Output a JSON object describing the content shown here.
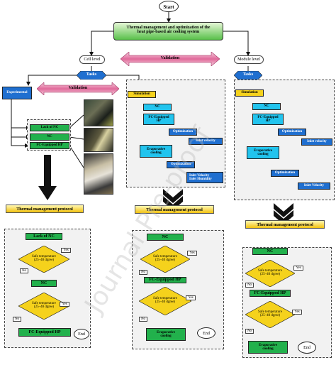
{
  "start": "Start",
  "main_title": [
    "Thermal management and optimization of the",
    "heat pipe-based air cooling system"
  ],
  "cell_level": "Cell level",
  "module_level": "Module level",
  "validation": "Validation",
  "tasks": "Tasks",
  "experimental": "Experimental",
  "simulation": "Simulation",
  "lack_of_nc": "Lack of NC",
  "nc": "NC",
  "fc_equipped_hp": "FC-Equipped HP",
  "fc_equipped_hp_2line": [
    "FC-Equipped",
    "HP"
  ],
  "fc_equippod_hp": "FC-Equippod HP",
  "optimization": "Optimization",
  "evaporative_cooling": [
    "Evaporative",
    "cooling"
  ],
  "inlet_velocity": "Inlet velocity",
  "inlet_velocity_b": "Inlet Velocity",
  "inlet_velocity_list": [
    "Inlet Velocity",
    "Inlet Humidity"
  ],
  "protocol": "Thermal management protocol",
  "safe_temp": [
    "Safe temperature",
    "(25–40 dgree)"
  ],
  "yes": "Yes",
  "no": "No",
  "end": "End",
  "watermark": "Journal Pre-proof",
  "colors": {
    "green": "#22b14c",
    "blue": "#1f6fd0",
    "cyan": "#22c4ee",
    "yellow": "#f5d21c",
    "gray_panel": "#f2f2f2"
  }
}
